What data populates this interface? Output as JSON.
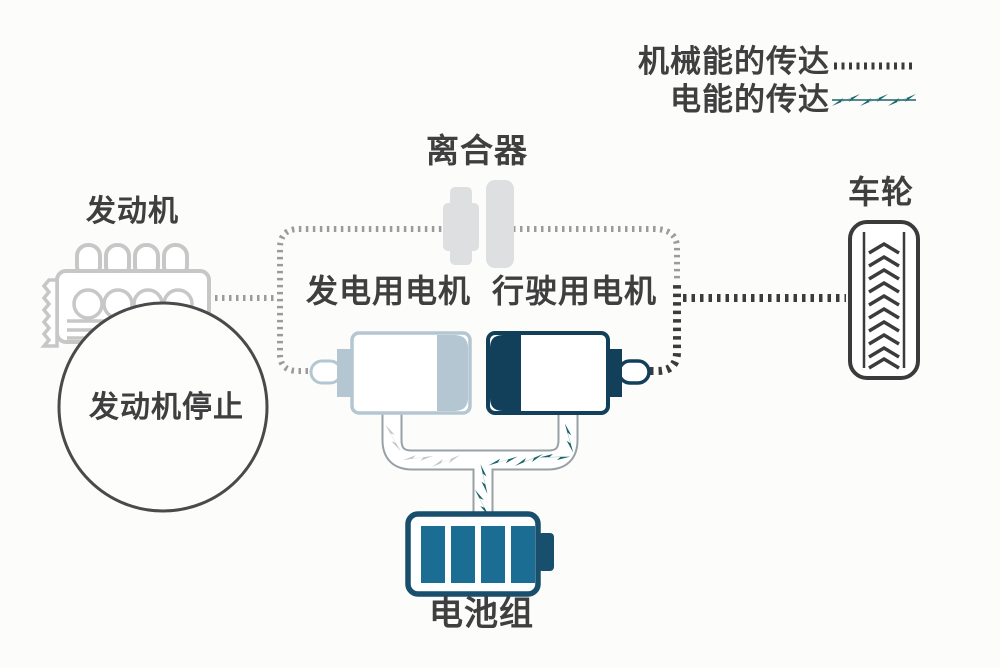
{
  "diagram": {
    "description": "Hybrid powertrain diagram in EV drive mode: engine stopped, battery powers drive motor, drive motor turns wheel",
    "legend": {
      "mechanical_label": "机械能的传达",
      "electrical_label": "电能的传达",
      "mechanical_symbol": "dotted-line-icon",
      "electrical_symbol": "lightning-bolts-icon"
    },
    "nodes": {
      "engine_label": "发动机",
      "engine_status_label": "发动机停止",
      "clutch_label": "离合器",
      "generator_motor_label": "发电用电机",
      "drive_motor_label": "行驶用电机",
      "wheel_label": "车轮",
      "battery_label": "电池组"
    },
    "colors": {
      "text": "#3f3f3f",
      "engine_outline_gray": "#c7c7c7",
      "clutch_gray": "#dedfe0",
      "generator_motor_blue_gray": "#b3c6d1",
      "drive_motor_dark_navy": "#123f5a",
      "battery_cell_blue": "#1c6d94",
      "battery_outline": "#174f6d",
      "electric_bolt_teal": "#19656a",
      "inactive_bolt_gray": "#c3c7c9",
      "mechanical_dot_active": "#3b3b3b",
      "mechanical_dot_inactive": "#9b9b9b",
      "pipe_outline_gray": "#97a1a6",
      "circle_outline": "#4a4a4a"
    }
  }
}
